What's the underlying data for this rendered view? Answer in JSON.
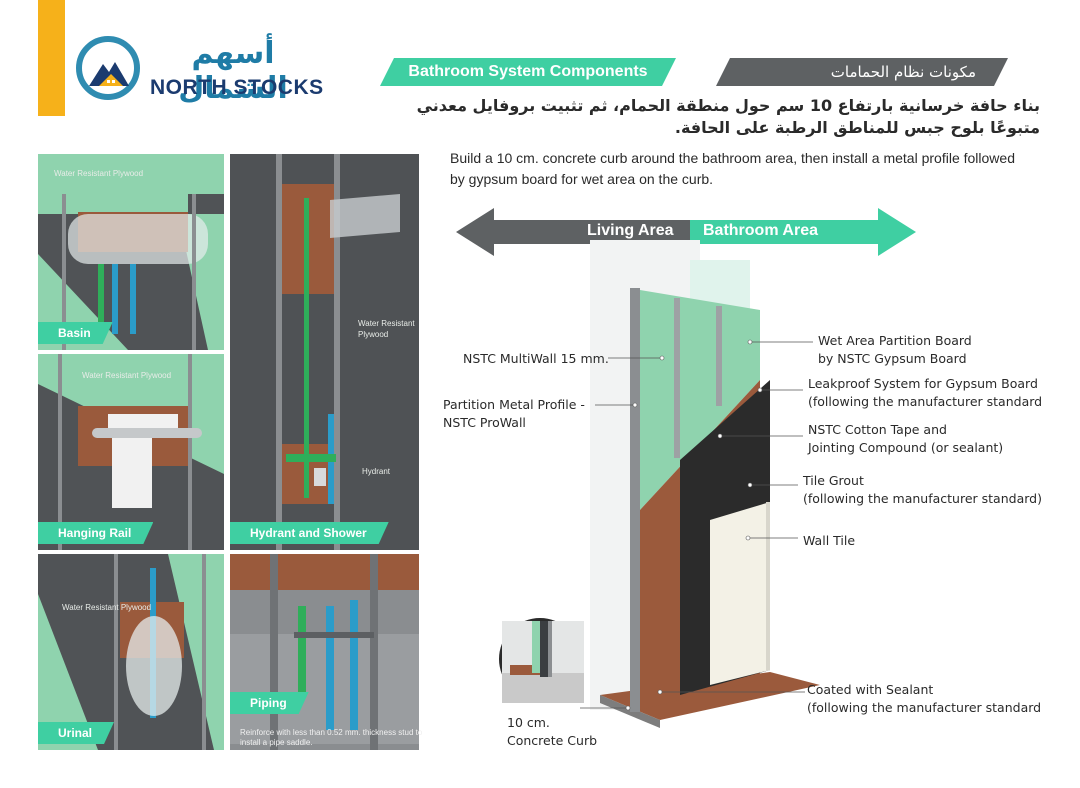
{
  "brand": {
    "name_ar": "أسهم الشمال",
    "name_en": "NORTH STOCKS",
    "accent_color": "#f6b11a",
    "brand_blue": "#2f8cb1",
    "brand_navy": "#1b3b6f"
  },
  "header": {
    "title_en": "Bathroom System Components",
    "title_ar": "مكونات نظام الحمامات",
    "title_en_color": "#3fcfa2",
    "title_ar_color": "#5e6163"
  },
  "description": {
    "ar": "بناء حافة خرسانية بارتفاع 10 سم حول منطقة الحمام، ثم تثبيت بروفايل معدني متبوعًا بلوح جبس للمناطق الرطبة على الحافة.",
    "en": "Build a 10 cm. concrete curb around the bathroom area, then install a metal profile followed by gypsum board for wet area on the curb."
  },
  "panels": {
    "basin": {
      "label": "Basin",
      "note": "Water Resistant Plywood"
    },
    "hanging_rail": {
      "label": "Hanging Rail",
      "note": "Water Resistant Plywood"
    },
    "hydrant_shower": {
      "label": "Hydrant and Shower",
      "note": "Water Resistant Plywood",
      "note2": "Hydrant"
    },
    "urinal": {
      "label": "Urinal",
      "note": "Water Resistant Plywood"
    },
    "piping": {
      "label": "Piping",
      "note": "Reinforce with less than 0.52 mm. thickness stud to install a pipe saddle."
    }
  },
  "arrows": {
    "living": "Living Area",
    "bathroom": "Bathroom Area"
  },
  "callouts": {
    "multiwall": "NSTC MultiWall 15 mm.",
    "profile_1": "Partition Metal Profile -",
    "profile_2": "NSTC ProWall",
    "wet_board_1": "Wet Area Partition Board",
    "wet_board_2": "by NSTC Gypsum Board",
    "leakproof_1": "Leakproof System for Gypsum Board",
    "leakproof_2": "(following the manufacturer standard",
    "tape_1": "NSTC Cotton Tape and",
    "tape_2": "Jointing Compound (or sealant)",
    "grout_1": "Tile Grout",
    "grout_2": "(following the manufacturer standard)",
    "tile": "Wall Tile",
    "sealant_1": "Coated with Sealant",
    "sealant_2": "(following the manufacturer standard",
    "curb_1": "10 cm.",
    "curb_2": "Concrete Curb"
  }
}
